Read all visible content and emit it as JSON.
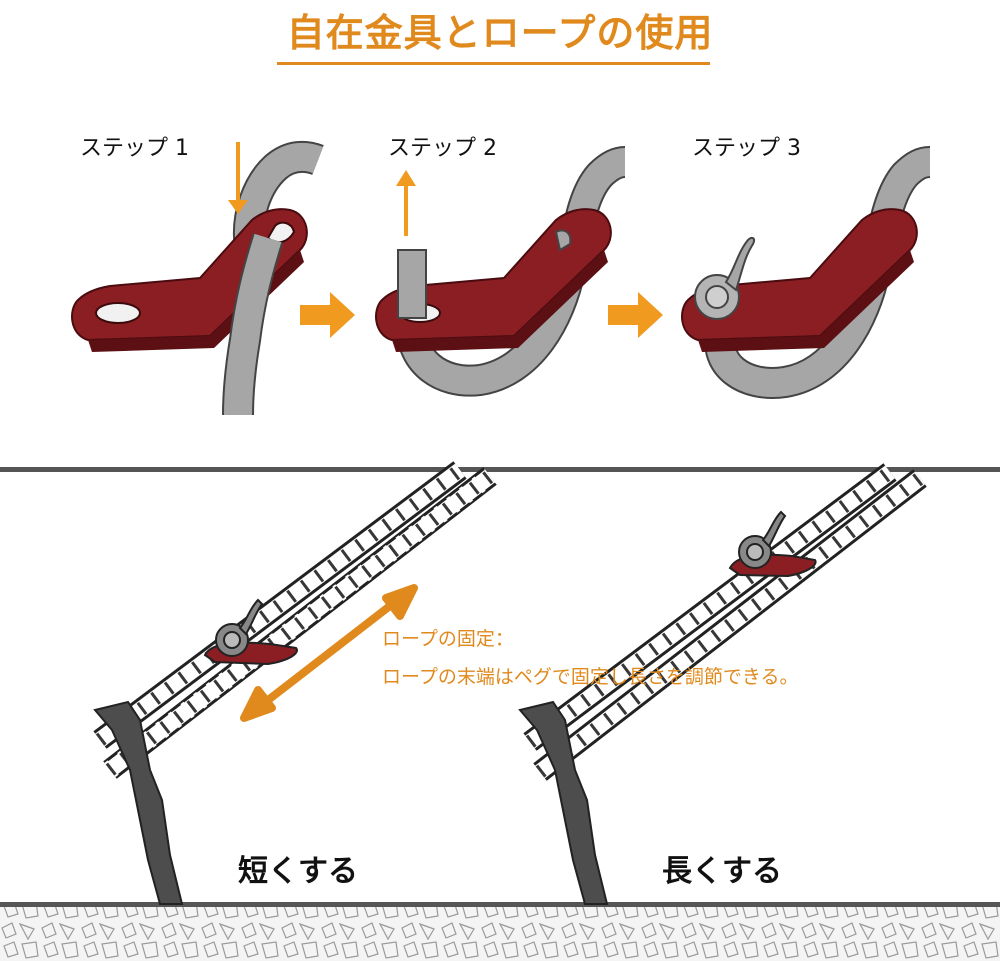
{
  "title": "自在金具とロープの使用",
  "steps": [
    {
      "label": "ステップ 1"
    },
    {
      "label": "ステップ 2"
    },
    {
      "label": "ステップ 3"
    }
  ],
  "note": {
    "line1": "ロープの固定：",
    "line2": "ロープの末端はペグで固定し長さを調節できる。"
  },
  "captions": {
    "shorten": "短くする",
    "lengthen": "長くする"
  },
  "colors": {
    "accent": "#e08a1e",
    "tensioner": "#8b1e22",
    "rope": "#a6a6a6",
    "peg": "#4d4d4d"
  }
}
